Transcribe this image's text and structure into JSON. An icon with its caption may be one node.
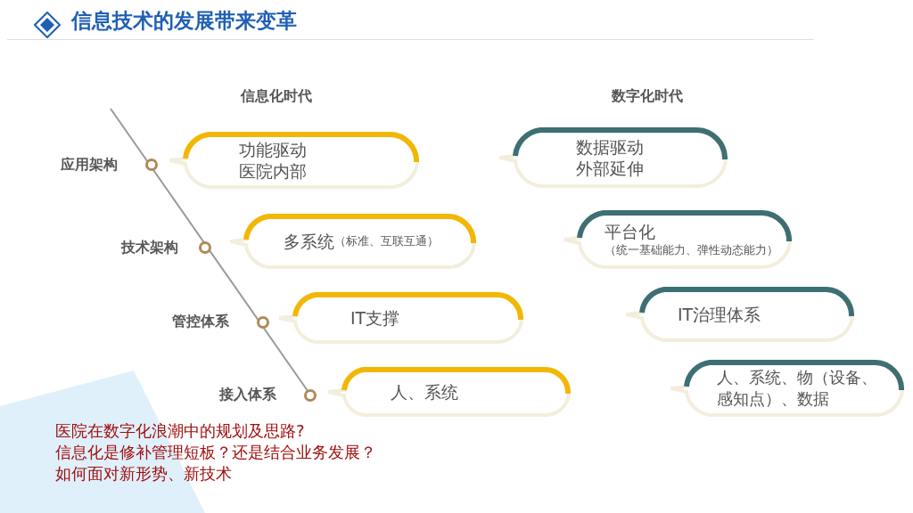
{
  "diagram": {
    "title": "信息技术的发展带来变革",
    "nodes": [
      {
        "text": [
          "功能驱动",
          "医院内部"
        ]
      },
      {
        "text": [
          "数据驱动",
          "外部延伸"
        ]
      },
      {
        "text": [
          "多系统",
          "（标准、互联互通）"
        ]
      },
      {
        "text": [
          "平台化",
          "（统一基础能力、弹性动态能力）"
        ]
      },
      {
        "text": [
          "IT支撑"
        ]
      },
      {
        "text": [
          "IT治理体系"
        ]
      },
      {
        "text": [
          "人、系统"
        ]
      },
      {
        "text": [
          "人、系统、物（设备、感知点）、数据"
        ]
      }
    ],
    "edges": [],
    "labels": [
      "信息化时代",
      "数字化时代",
      "应用架构",
      "技术架构",
      "管控体系",
      "接入体系",
      "医院在数字化浪潮中的规划及思路?",
      "信息化是修补管理短板？还是结合业务发展？",
      "如何面对新形势、新技术"
    ]
  }
}
